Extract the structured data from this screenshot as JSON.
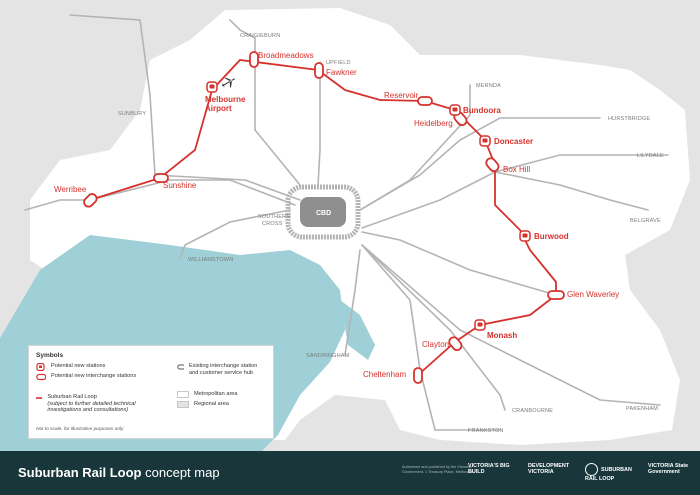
{
  "title": {
    "bold": "Suburban Rail Loop",
    "rest": "concept map"
  },
  "cbd_label": "CBD",
  "stations": {
    "werribee": "Werribee",
    "sunshine": "Sunshine",
    "melbourne_airport_1": "Melbourne",
    "melbourne_airport_2": "Airport",
    "broadmeadows": "Broadmeadows",
    "fawkner": "Fawkner",
    "reservoir": "Reservoir",
    "bundoora": "Bundoora",
    "heidelberg": "Heidelberg",
    "doncaster": "Doncaster",
    "box_hill": "Box Hill",
    "burwood": "Burwood",
    "glen_waverley": "Glen Waverley",
    "monash": "Monash",
    "clayton": "Clayton",
    "cheltenham": "Cheltenham"
  },
  "line_ends": {
    "craigieburn": "CRAIGIEBURN",
    "upfield": "UPFIELD",
    "mernda": "MERNDA",
    "sunbury": "SUNBURY",
    "hurstbridge": "HURSTBRIDGE",
    "lilydale": "LILYDALE",
    "belgrave": "BELGRAVE",
    "southern_cross_1": "SOUTHERN",
    "southern_cross_2": "CROSS",
    "williamstown": "WILLIAMSTOWN",
    "sandringham": "SANDRINGHAM",
    "cranbourne": "CRANBOURNE",
    "pakenham": "PAKENHAM",
    "frankston": "FRANKSTON"
  },
  "legend": {
    "title": "Symbols",
    "items": {
      "new_stations": "Potential new stations",
      "new_interchange": "Potential new interchange stations",
      "srl_line": "Suburban Rail Loop",
      "srl_note": "(subject to further detailed technical investigations and consultations)",
      "existing_interchange": "Existing interchange station and customer service hub",
      "metro_area": "Metropolitan area",
      "regional_area": "Regional area"
    },
    "note": "Not to scale, for illustrative purposes only"
  },
  "footer": {
    "fine_print": "Authorised and published by the Victorian Government, 1 Treasury Place, Melbourne",
    "logos": {
      "big_build": "VICTORIA'S BIG BUILD",
      "development_victoria": "DEVELOPMENT VICTORIA",
      "srl": "SUBURBAN RAIL LOOP",
      "victoria": "VICTORIA State Government"
    }
  },
  "colors": {
    "srl_red": "#d6322d",
    "rail_gray": "#b4b4b4",
    "water": "#9fcfd7",
    "metro_area": "#ffffff",
    "regional_area": "#e4e4e4",
    "footer_bg": "#19373b"
  },
  "icons": {
    "airport": "airplane-icon",
    "new_station": "train-station-icon"
  }
}
